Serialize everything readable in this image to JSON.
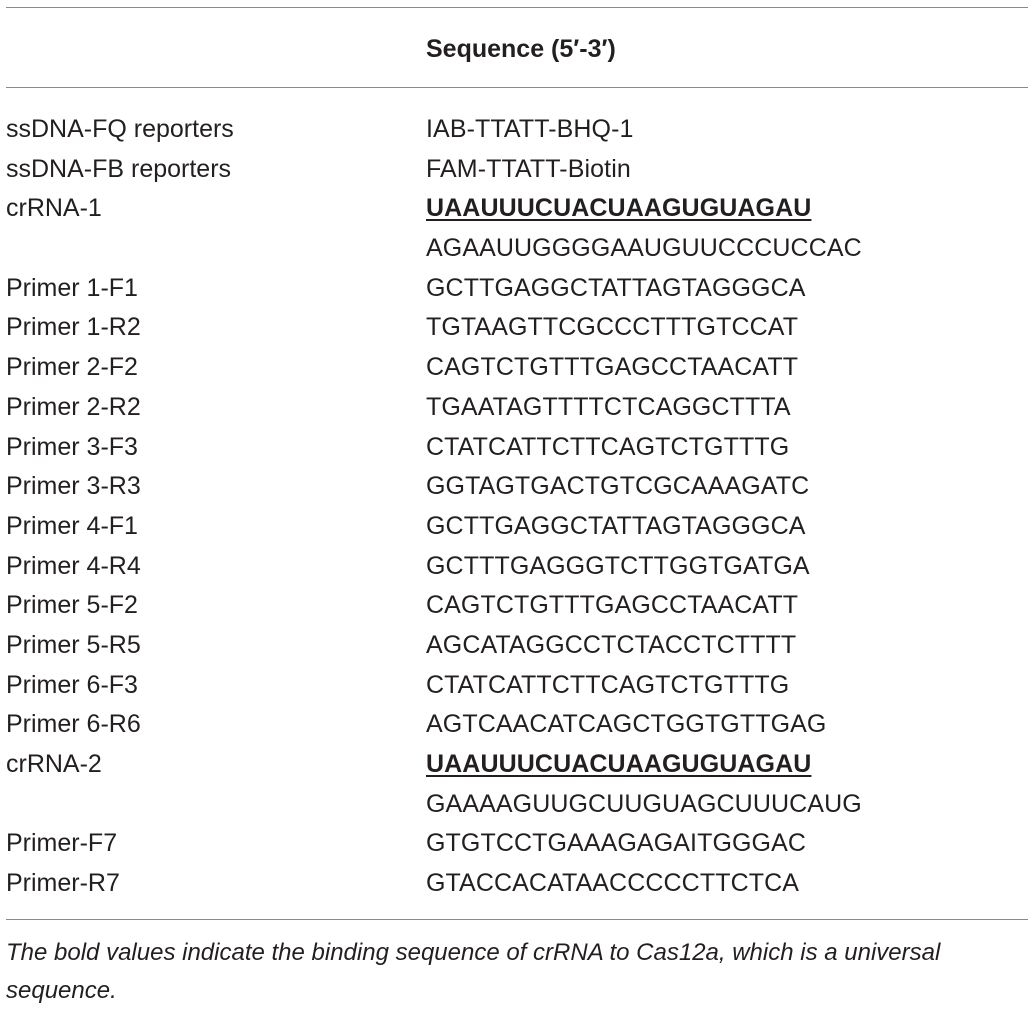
{
  "table": {
    "header": {
      "name": "",
      "sequence": "Sequence (5′-3′)"
    },
    "rows": [
      {
        "name": "ssDNA-FQ reporters",
        "sequence": "IAB-TTATT-BHQ-1",
        "bold": false
      },
      {
        "name": "ssDNA-FB reporters",
        "sequence": "FAM-TTATT-Biotin",
        "bold": false
      },
      {
        "name": "crRNA-1",
        "sequence": "UAAUUUCUACUAAGUGUAGAU",
        "bold": true
      },
      {
        "name": "",
        "sequence": "AGAAUUGGGGAAUGUUCCCUCCAC",
        "bold": false
      },
      {
        "name": "Primer 1-F1",
        "sequence": "GCTTGAGGCTATTAGTAGGGCA",
        "bold": false
      },
      {
        "name": "Primer 1-R2",
        "sequence": "TGTAAGTTCGCCCTTTGTCCAT",
        "bold": false
      },
      {
        "name": "Primer 2-F2",
        "sequence": "CAGTCTGTTTGAGCCTAACATT",
        "bold": false
      },
      {
        "name": "Primer 2-R2",
        "sequence": "TGAATAGTTTTCTCAGGCTTTA",
        "bold": false
      },
      {
        "name": "Primer 3-F3",
        "sequence": "CTATCATTCTTCAGTCTGTTTG",
        "bold": false
      },
      {
        "name": "Primer 3-R3",
        "sequence": "GGTAGTGACTGTCGCAAAGATC",
        "bold": false
      },
      {
        "name": "Primer 4-F1",
        "sequence": "GCTTGAGGCTATTAGTAGGGCA",
        "bold": false
      },
      {
        "name": "Primer 4-R4",
        "sequence": "GCTTTGAGGGTCTTGGTGATGA",
        "bold": false
      },
      {
        "name": "Primer 5-F2",
        "sequence": "CAGTCTGTTTGAGCCTAACATT",
        "bold": false
      },
      {
        "name": "Primer 5-R5",
        "sequence": "AGCATAGGCCTCTACCTCTTTT",
        "bold": false
      },
      {
        "name": "Primer 6-F3",
        "sequence": "CTATCATTCTTCAGTCTGTTTG",
        "bold": false
      },
      {
        "name": "Primer 6-R6",
        "sequence": "AGTCAACATCAGCTGGTGTTGAG",
        "bold": false
      },
      {
        "name": "crRNA-2",
        "sequence": "UAAUUUCUACUAAGUGUAGAU",
        "bold": true
      },
      {
        "name": "",
        "sequence": "GAAAAGUUGCUUGUAGCUUUCAUG",
        "bold": false
      },
      {
        "name": "Primer-F7",
        "sequence": "GTGTCCTGAAAGAGAITGGGAC",
        "bold": false
      },
      {
        "name": "Primer-R7",
        "sequence": "GTACCACATAACCCCCTTCTCA",
        "bold": false
      }
    ]
  },
  "footnote": "The bold values indicate the binding sequence of crRNA to Cas12a, which is a universal sequence."
}
